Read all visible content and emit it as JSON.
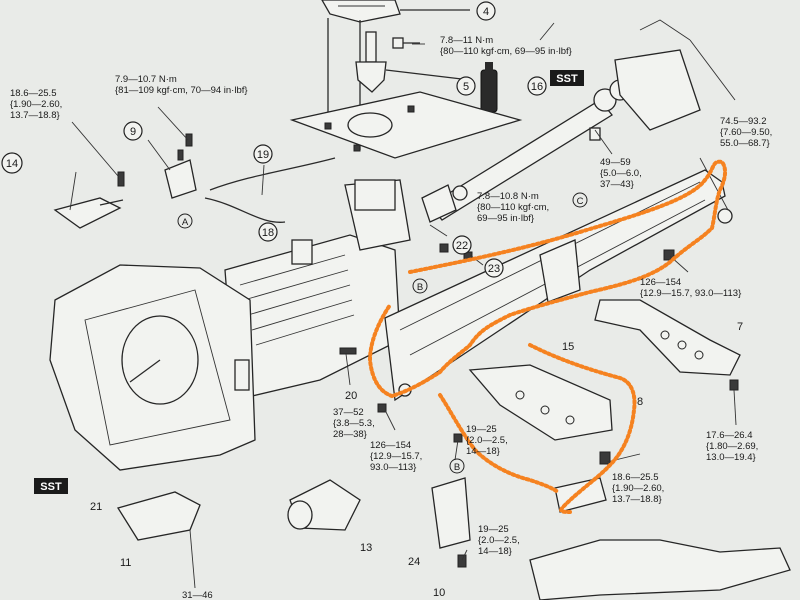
{
  "callouts": [
    {
      "id": "c4",
      "num": "4"
    },
    {
      "id": "c5",
      "num": "5"
    },
    {
      "id": "c9",
      "num": "9"
    },
    {
      "id": "c14",
      "num": "14"
    },
    {
      "id": "c16",
      "num": "16"
    },
    {
      "id": "c18",
      "num": "18"
    },
    {
      "id": "c19",
      "num": "19"
    },
    {
      "id": "c22",
      "num": "22"
    },
    {
      "id": "c23",
      "num": "23"
    }
  ],
  "plain_numbers": {
    "n7": "7",
    "n8": "8",
    "n10": "10",
    "n11": "11",
    "n13": "13",
    "n15": "15",
    "n20": "20",
    "n21": "21",
    "n24": "24"
  },
  "letters": {
    "a": "A",
    "b1": "B",
    "b2": "B",
    "c": "C"
  },
  "sst_labels": {
    "top": "SST",
    "left": "SST"
  },
  "torque_specs": {
    "t1": [
      "7.8—11 N·m",
      "{80—110 kgf·cm, 69—95 in·lbf}"
    ],
    "t2": [
      "18.6—25.5",
      "{1.90—2.60,",
      "13.7—18.8}"
    ],
    "t3": [
      "7.9—10.7 N·m",
      "{81—109 kgf·cm, 70—94 in·lbf}"
    ],
    "t4": [
      "49—59",
      "{5.0—6.0,",
      "37—43}"
    ],
    "t5": [
      "74.5—93.2",
      "{7.60—9.50,",
      "55.0—68.7}"
    ],
    "t6": [
      "7.8—10.8 N·m",
      "{80—110 kgf·cm,",
      "69—95 in·lbf}"
    ],
    "t7": [
      "126—154",
      "{12.9—15.7, 93.0—113}"
    ],
    "t8": [
      "37—52",
      "{3.8—5.3,",
      "28—38}"
    ],
    "t9": [
      "126—154",
      "{12.9—15.7,",
      "93.0—113}"
    ],
    "t10": [
      "19—25",
      "{2.0—2.5,",
      "14—18}"
    ],
    "t11": [
      "18.6—25.5",
      "{1.90—2.60,",
      "13.7—18.8}"
    ],
    "t12": [
      "17.6—26.4",
      "{1.80—2.69,",
      "13.0—19.4}"
    ],
    "t13": [
      "19—25",
      "{2.0—2.5,",
      "14—18}"
    ],
    "t14": [
      "31—46"
    ]
  },
  "colors": {
    "background": "#e9ebe8",
    "line": "#262626",
    "highlight": "#f58220"
  }
}
